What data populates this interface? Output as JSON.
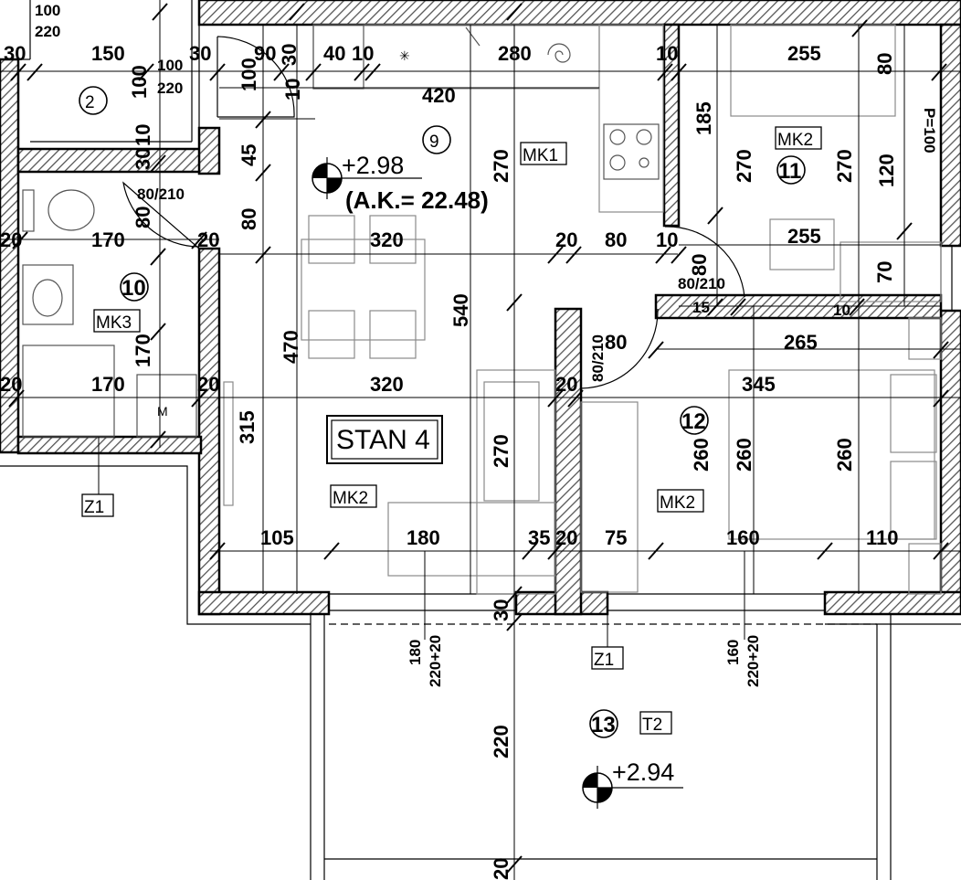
{
  "rooms": {
    "r2": "2",
    "r9": "9",
    "r10": "10",
    "r11": "11",
    "r12": "12",
    "r13": "13"
  },
  "unit_label": "STAN 4",
  "levels": {
    "main": "+2.98",
    "ak": "(A.K.= 22.48)",
    "terrace": "+2.94"
  },
  "tags": {
    "mk1": "MK1",
    "mk2": "MK2",
    "mk3": "MK3",
    "t2": "T2",
    "z1": "Z1",
    "window_p": "P=100"
  },
  "doors": {
    "bath": "80/210",
    "bedroom1": "80/210",
    "bedroom2": "80/210"
  },
  "dims": {
    "d100_top": "100",
    "d220_top": "220",
    "d30_a": "30",
    "d150": "150",
    "d100_v": "100",
    "d100_w": "100",
    "d220_w": "220",
    "d30_b": "30",
    "d90": "90",
    "d30_c": "30",
    "d100_v2": "100",
    "d40": "40",
    "d10_a": "10",
    "d280": "280",
    "d420": "420",
    "d10_b": "10",
    "d255_a": "255",
    "d80_a": "80",
    "d10_c": "10",
    "d45": "45",
    "d185": "185",
    "d270_a": "270",
    "d270_b": "270",
    "d270_c": "270",
    "d120": "120",
    "d30_d": "30",
    "d10_d": "10",
    "d80_b": "80",
    "d20_a": "20",
    "d170_a": "170",
    "d20_b": "20",
    "d80_c": "80",
    "d320_a": "320",
    "d20_c": "20",
    "d80_d": "80",
    "d10_e": "10",
    "d255_b": "255",
    "d80_e": "80",
    "d70": "70",
    "d15": "15",
    "d10_f": "10",
    "d540": "540",
    "d170_b": "170",
    "d470": "470",
    "d80_f": "80",
    "d265": "265",
    "d20_d": "20",
    "d170_c": "170",
    "d20_e": "20",
    "d320_b": "320",
    "d20_f": "20",
    "d345": "345",
    "d315": "315",
    "d270_d": "270",
    "d260_a": "260",
    "d260_b": "260",
    "d260_c": "260",
    "d105": "105",
    "d180": "180",
    "d35": "35",
    "d20_g": "20",
    "d75": "75",
    "d160": "160",
    "d110": "110",
    "d30_e": "30",
    "d180_b": "180",
    "d220_20_a": "220+20",
    "d160_b": "160",
    "d220_20_b": "220+20",
    "d220_t": "220",
    "d20_h": "20"
  }
}
